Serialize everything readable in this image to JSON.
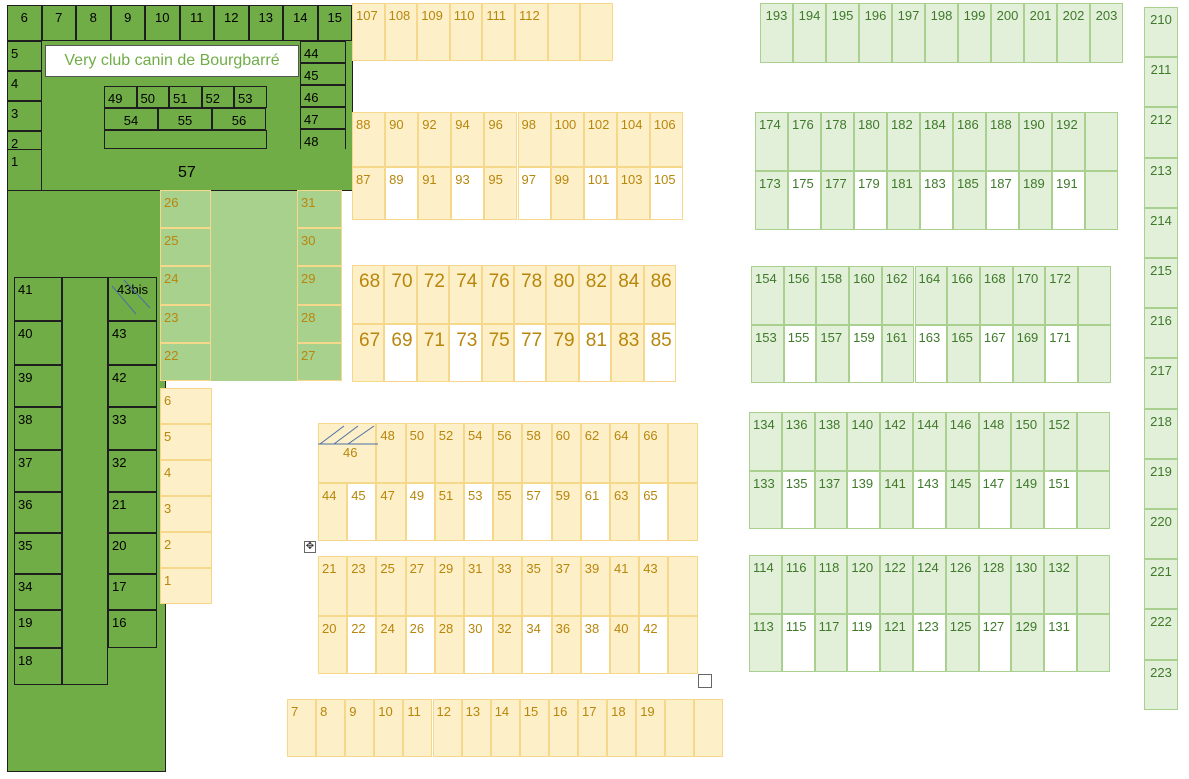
{
  "title": "Very club canin de Bourgbarré",
  "colors": {
    "yellow_fill": "#fdefc8",
    "yellow_border": "#f5d889",
    "yellow_text": "#b8860b",
    "green_fill": "#e2efd9",
    "green_border": "#a9d08e",
    "green_text": "#3e7a2a",
    "dark_green": "#70ad47",
    "light_green": "#a9d18e"
  },
  "icons": {
    "move_handle": "move-arrows-icon",
    "resize_handle": "square-handle-icon"
  },
  "sections": {
    "club_top": {
      "top_row": [
        "6",
        "7",
        "8",
        "9",
        "10",
        "11",
        "12",
        "13",
        "14",
        "15"
      ],
      "left_col": [
        "5",
        "4",
        "3",
        "2",
        "1"
      ],
      "right_col": [
        "44",
        "45",
        "46",
        "47",
        "48"
      ],
      "inner_row1": [
        "49",
        "50",
        "51",
        "52",
        "53"
      ],
      "inner_row2": [
        "54",
        "55",
        "56"
      ],
      "center": "57"
    },
    "club_left": {
      "left_col": [
        "41",
        "40",
        "39",
        "38",
        "37",
        "36",
        "35",
        "34",
        "19",
        "18"
      ],
      "right_col": [
        "43bis",
        "43",
        "42",
        "33",
        "32",
        "21",
        "20",
        "17",
        "16"
      ]
    },
    "field_a": {
      "left": [
        "26",
        "25",
        "24",
        "23",
        "22"
      ],
      "right": [
        "31",
        "30",
        "29",
        "28",
        "27"
      ]
    },
    "column_b": [
      "6",
      "5",
      "4",
      "3",
      "2",
      "1"
    ],
    "block_top": [
      "107",
      "108",
      "109",
      "110",
      "111",
      "112",
      "",
      ""
    ],
    "block_88": {
      "row1": [
        "88",
        "90",
        "92",
        "94",
        "96",
        "98",
        "100",
        "102",
        "104",
        "106"
      ],
      "row2": [
        "87",
        "89",
        "91",
        "93",
        "95",
        "97",
        "99",
        "101",
        "103",
        "105"
      ]
    },
    "block_68": {
      "row1": [
        "68",
        "70",
        "72",
        "74",
        "76",
        "78",
        "80",
        "82",
        "84",
        "86"
      ],
      "row2": [
        "67",
        "69",
        "71",
        "73",
        "75",
        "77",
        "79",
        "81",
        "83",
        "85"
      ]
    },
    "block_46": {
      "row1": [
        "46",
        "48",
        "50",
        "52",
        "54",
        "56",
        "58",
        "60",
        "62",
        "64",
        "66",
        ""
      ],
      "row2": [
        "44",
        "45",
        "47",
        "49",
        "51",
        "53",
        "55",
        "57",
        "59",
        "61",
        "63",
        "65",
        ""
      ]
    },
    "block_21": {
      "row1": [
        "21",
        "23",
        "25",
        "27",
        "29",
        "31",
        "33",
        "35",
        "37",
        "39",
        "41",
        "43",
        ""
      ],
      "row2": [
        "20",
        "22",
        "24",
        "26",
        "28",
        "30",
        "32",
        "34",
        "36",
        "38",
        "40",
        "42",
        ""
      ]
    },
    "bottom_row": [
      "7",
      "8",
      "9",
      "10",
      "11",
      "12",
      "13",
      "14",
      "15",
      "16",
      "17",
      "18",
      "19",
      "",
      ""
    ],
    "green_top": [
      "193",
      "194",
      "195",
      "196",
      "197",
      "198",
      "199",
      "200",
      "201",
      "202",
      "203"
    ],
    "green_174": {
      "row1": [
        "174",
        "176",
        "178",
        "180",
        "182",
        "184",
        "186",
        "188",
        "190",
        "192",
        ""
      ],
      "row2": [
        "173",
        "175",
        "177",
        "179",
        "181",
        "183",
        "185",
        "187",
        "189",
        "191",
        ""
      ]
    },
    "green_154": {
      "row1": [
        "154",
        "156",
        "158",
        "160",
        "162",
        "164",
        "166",
        "168",
        "170",
        "172",
        ""
      ],
      "row2": [
        "153",
        "155",
        "157",
        "159",
        "161",
        "163",
        "165",
        "167",
        "169",
        "171",
        ""
      ]
    },
    "green_134": {
      "row1": [
        "134",
        "136",
        "138",
        "140",
        "142",
        "144",
        "146",
        "148",
        "150",
        "152",
        ""
      ],
      "row2": [
        "133",
        "135",
        "137",
        "139",
        "141",
        "143",
        "145",
        "147",
        "149",
        "151",
        ""
      ]
    },
    "green_114": {
      "row1": [
        "114",
        "116",
        "118",
        "120",
        "122",
        "124",
        "126",
        "128",
        "130",
        "132",
        ""
      ],
      "row2": [
        "113",
        "115",
        "117",
        "119",
        "121",
        "123",
        "125",
        "127",
        "129",
        "131",
        ""
      ]
    },
    "green_col": [
      "210",
      "211",
      "212",
      "213",
      "214",
      "215",
      "216",
      "217",
      "218",
      "219",
      "220",
      "221",
      "222",
      "223"
    ]
  }
}
